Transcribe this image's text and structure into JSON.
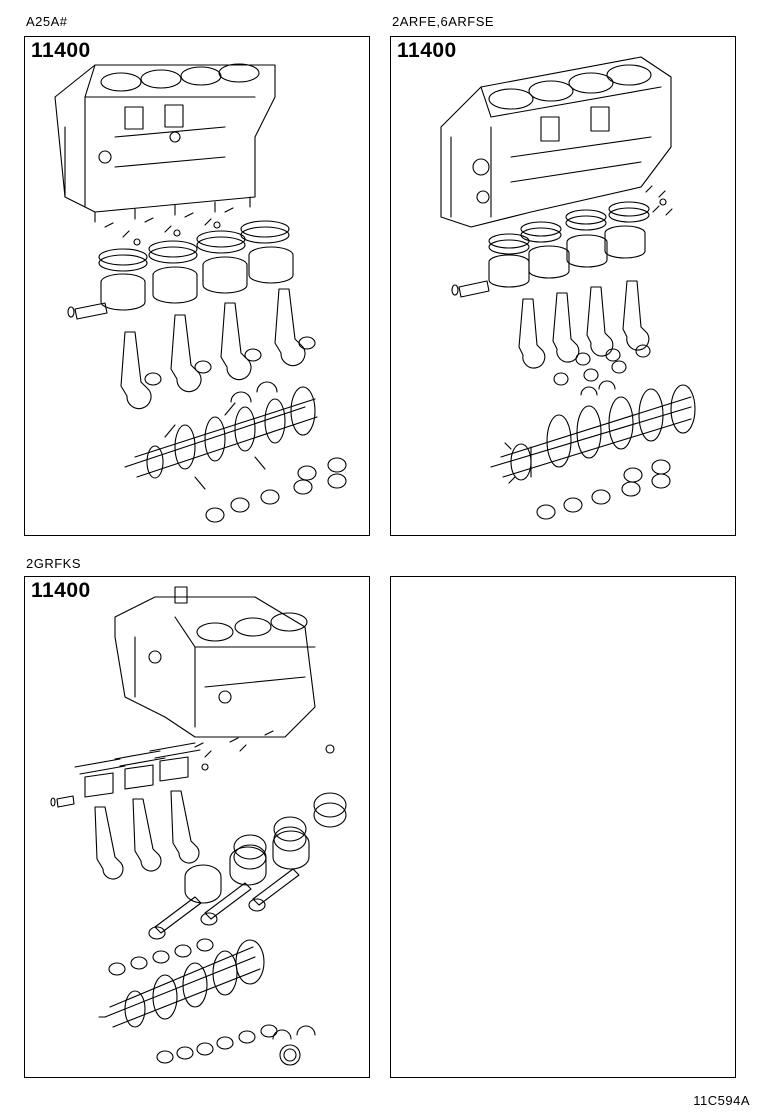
{
  "panels": [
    {
      "caption": "A25A#",
      "part_number": "11400"
    },
    {
      "caption": "2ARFE,6ARFSE",
      "part_number": "11400"
    },
    {
      "caption": "2GRFKS",
      "part_number": "11400"
    },
    {
      "caption": "",
      "part_number": ""
    }
  ],
  "reference_code": "11C594A"
}
